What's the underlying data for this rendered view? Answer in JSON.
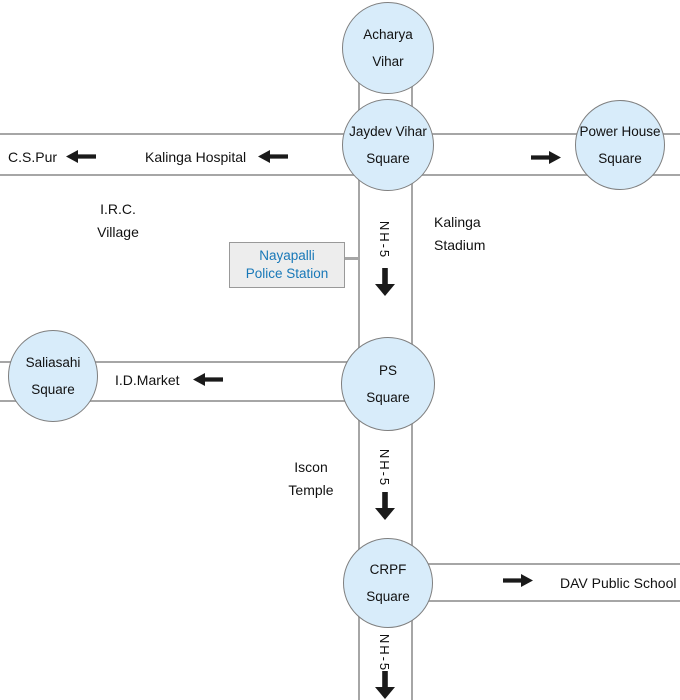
{
  "colors": {
    "node_fill": "#d8ecfa",
    "node_border": "#7f7f7f",
    "road_line": "#a6a6a6",
    "arrow": "#1a1a1a",
    "text": "#111111",
    "poi_fill": "#ededed",
    "poi_border": "#999999",
    "poi_text": "#1878b8"
  },
  "junctions": {
    "acharya": {
      "line1": "Acharya",
      "line2": "Vihar"
    },
    "jaydev": {
      "line1": "Jaydev Vihar",
      "line2": "Square"
    },
    "powerhouse": {
      "line1": "Power House",
      "line2": "Square"
    },
    "ps": {
      "line1": "PS",
      "line2": "Square"
    },
    "saliasahi": {
      "line1": "Saliasahi",
      "line2": "Square"
    },
    "crpf": {
      "line1": "CRPF",
      "line2": "Square"
    }
  },
  "highway": {
    "label1": "NH-5",
    "label2": "NH-5",
    "label3": "NH-5"
  },
  "road_labels": {
    "cspur": "C.S.Pur",
    "kalinga_hospital": "Kalinga Hospital",
    "idmarket": "I.D.Market",
    "dav_public_school": "DAV Public School"
  },
  "area_labels": {
    "irc": {
      "line1": "I.R.C.",
      "line2": "Village"
    },
    "kalinga_stadium": {
      "line1": "Kalinga",
      "line2": "Stadium"
    },
    "iscon": {
      "line1": "Iscon",
      "line2": "Temple"
    }
  },
  "poi": {
    "police_station": {
      "line1": "Nayapalli",
      "line2": "Police Station"
    }
  }
}
